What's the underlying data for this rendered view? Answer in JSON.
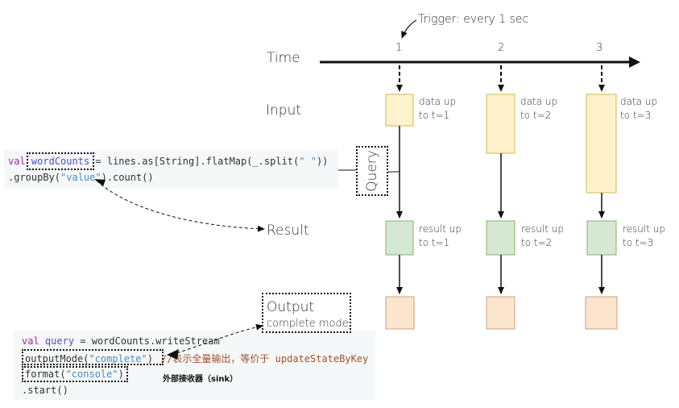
{
  "trigger_label": "Trigger: every 1 sec",
  "time_label": "Time",
  "input_label": "Input",
  "result_label": "Result",
  "query_label": "Query",
  "output_label": "Output",
  "output_mode_label": "complete mode",
  "ticks": [
    "1",
    "2",
    "3"
  ],
  "inputs": [
    {
      "line1": "data up",
      "line2": "to t=1"
    },
    {
      "line1": "data up",
      "line2": "to t=2"
    },
    {
      "line1": "data up",
      "line2": "to t=3"
    }
  ],
  "results": [
    {
      "line1": "result up",
      "line2": "to t=1"
    },
    {
      "line1": "result up",
      "line2": "to t=2"
    },
    {
      "line1": "result up",
      "line2": "to t=3"
    }
  ],
  "code1": {
    "val": "val",
    "var": "wordCounts",
    "rest1": " = lines.as[String].flatMap(_.split(",
    "str1": "\" \"",
    "rest2": "))",
    "line2_a": ".groupBy(",
    "line2_str": "\"value\"",
    "line2_b": ").count()"
  },
  "code2": {
    "val": "val",
    "var": "query",
    "rest1": " = wordCounts.writeStream",
    "line2_a": "outputMode(",
    "line2_str": "\"complete\"",
    "line2_b": ")",
    "comment": "//表示全量输出，等价于 updateStateByKey",
    "line3_a": "format(",
    "line3_str": "\"console\"",
    "line3_b": ")",
    "line4": ".start()"
  },
  "sink_label": "外部接收器（sink）",
  "colors": {
    "input_fill": "#fff2cc",
    "input_stroke": "#d6b656",
    "result_fill": "#d5e8d4",
    "result_stroke": "#82b366",
    "output_fill": "#fce5cd",
    "output_stroke": "#c8a080"
  }
}
